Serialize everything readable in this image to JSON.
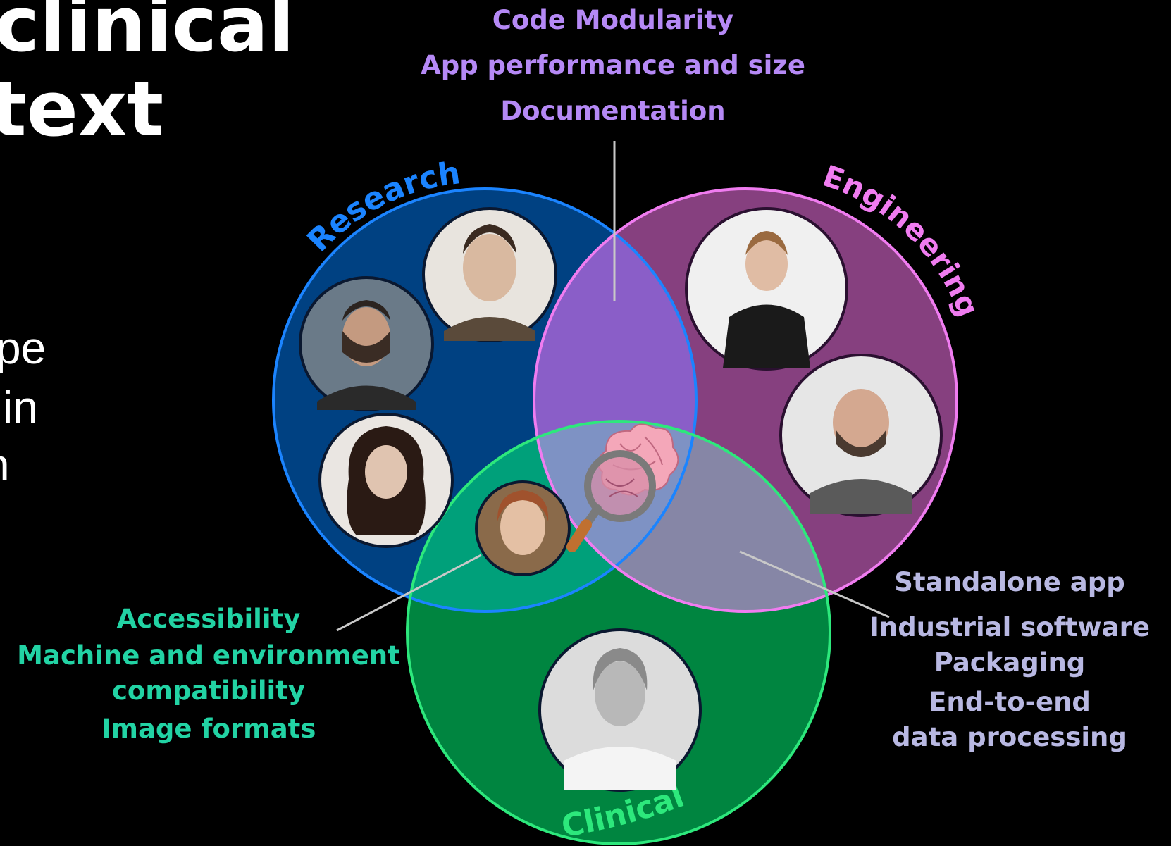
{
  "heading": {
    "line1": "clinical",
    "line2": "text"
  },
  "body_fragments": [
    "pe",
    "in",
    "n"
  ],
  "top_labels": [
    "Code Modularity",
    "App performance and size",
    "Documentation"
  ],
  "circle_labels": {
    "research": "Research",
    "engineering": "Engineering",
    "clinical": "Clinical"
  },
  "left_labels": [
    "Accessibility",
    "Machine and environment",
    "compatibility",
    "Image formats"
  ],
  "right_labels": [
    "Standalone app",
    "Industrial software",
    "Packaging",
    "End-to-end",
    "data processing"
  ],
  "people": [
    {
      "name": "research-person-1-photo",
      "group": "research"
    },
    {
      "name": "research-person-2-photo",
      "group": "research"
    },
    {
      "name": "research-person-3-photo",
      "group": "research"
    },
    {
      "name": "engineering-person-1-photo",
      "group": "engineering"
    },
    {
      "name": "engineering-person-2-photo",
      "group": "engineering"
    },
    {
      "name": "clinical-overlap-person-photo",
      "group": "research-clinical"
    },
    {
      "name": "clinical-person-photo",
      "group": "clinical"
    }
  ],
  "colors": {
    "research_fill": "#004182",
    "research_stroke": "#1b84ff",
    "engineering_fill": "#86407f",
    "engineering_stroke": "#f07cf0",
    "clinical_fill": "#008540",
    "clinical_stroke": "#2de87c",
    "purple_text": "#b589f5",
    "green_text": "#22d3a4",
    "lavender_text": "#b8b8e2"
  },
  "icon": "brain-magnifier-icon"
}
